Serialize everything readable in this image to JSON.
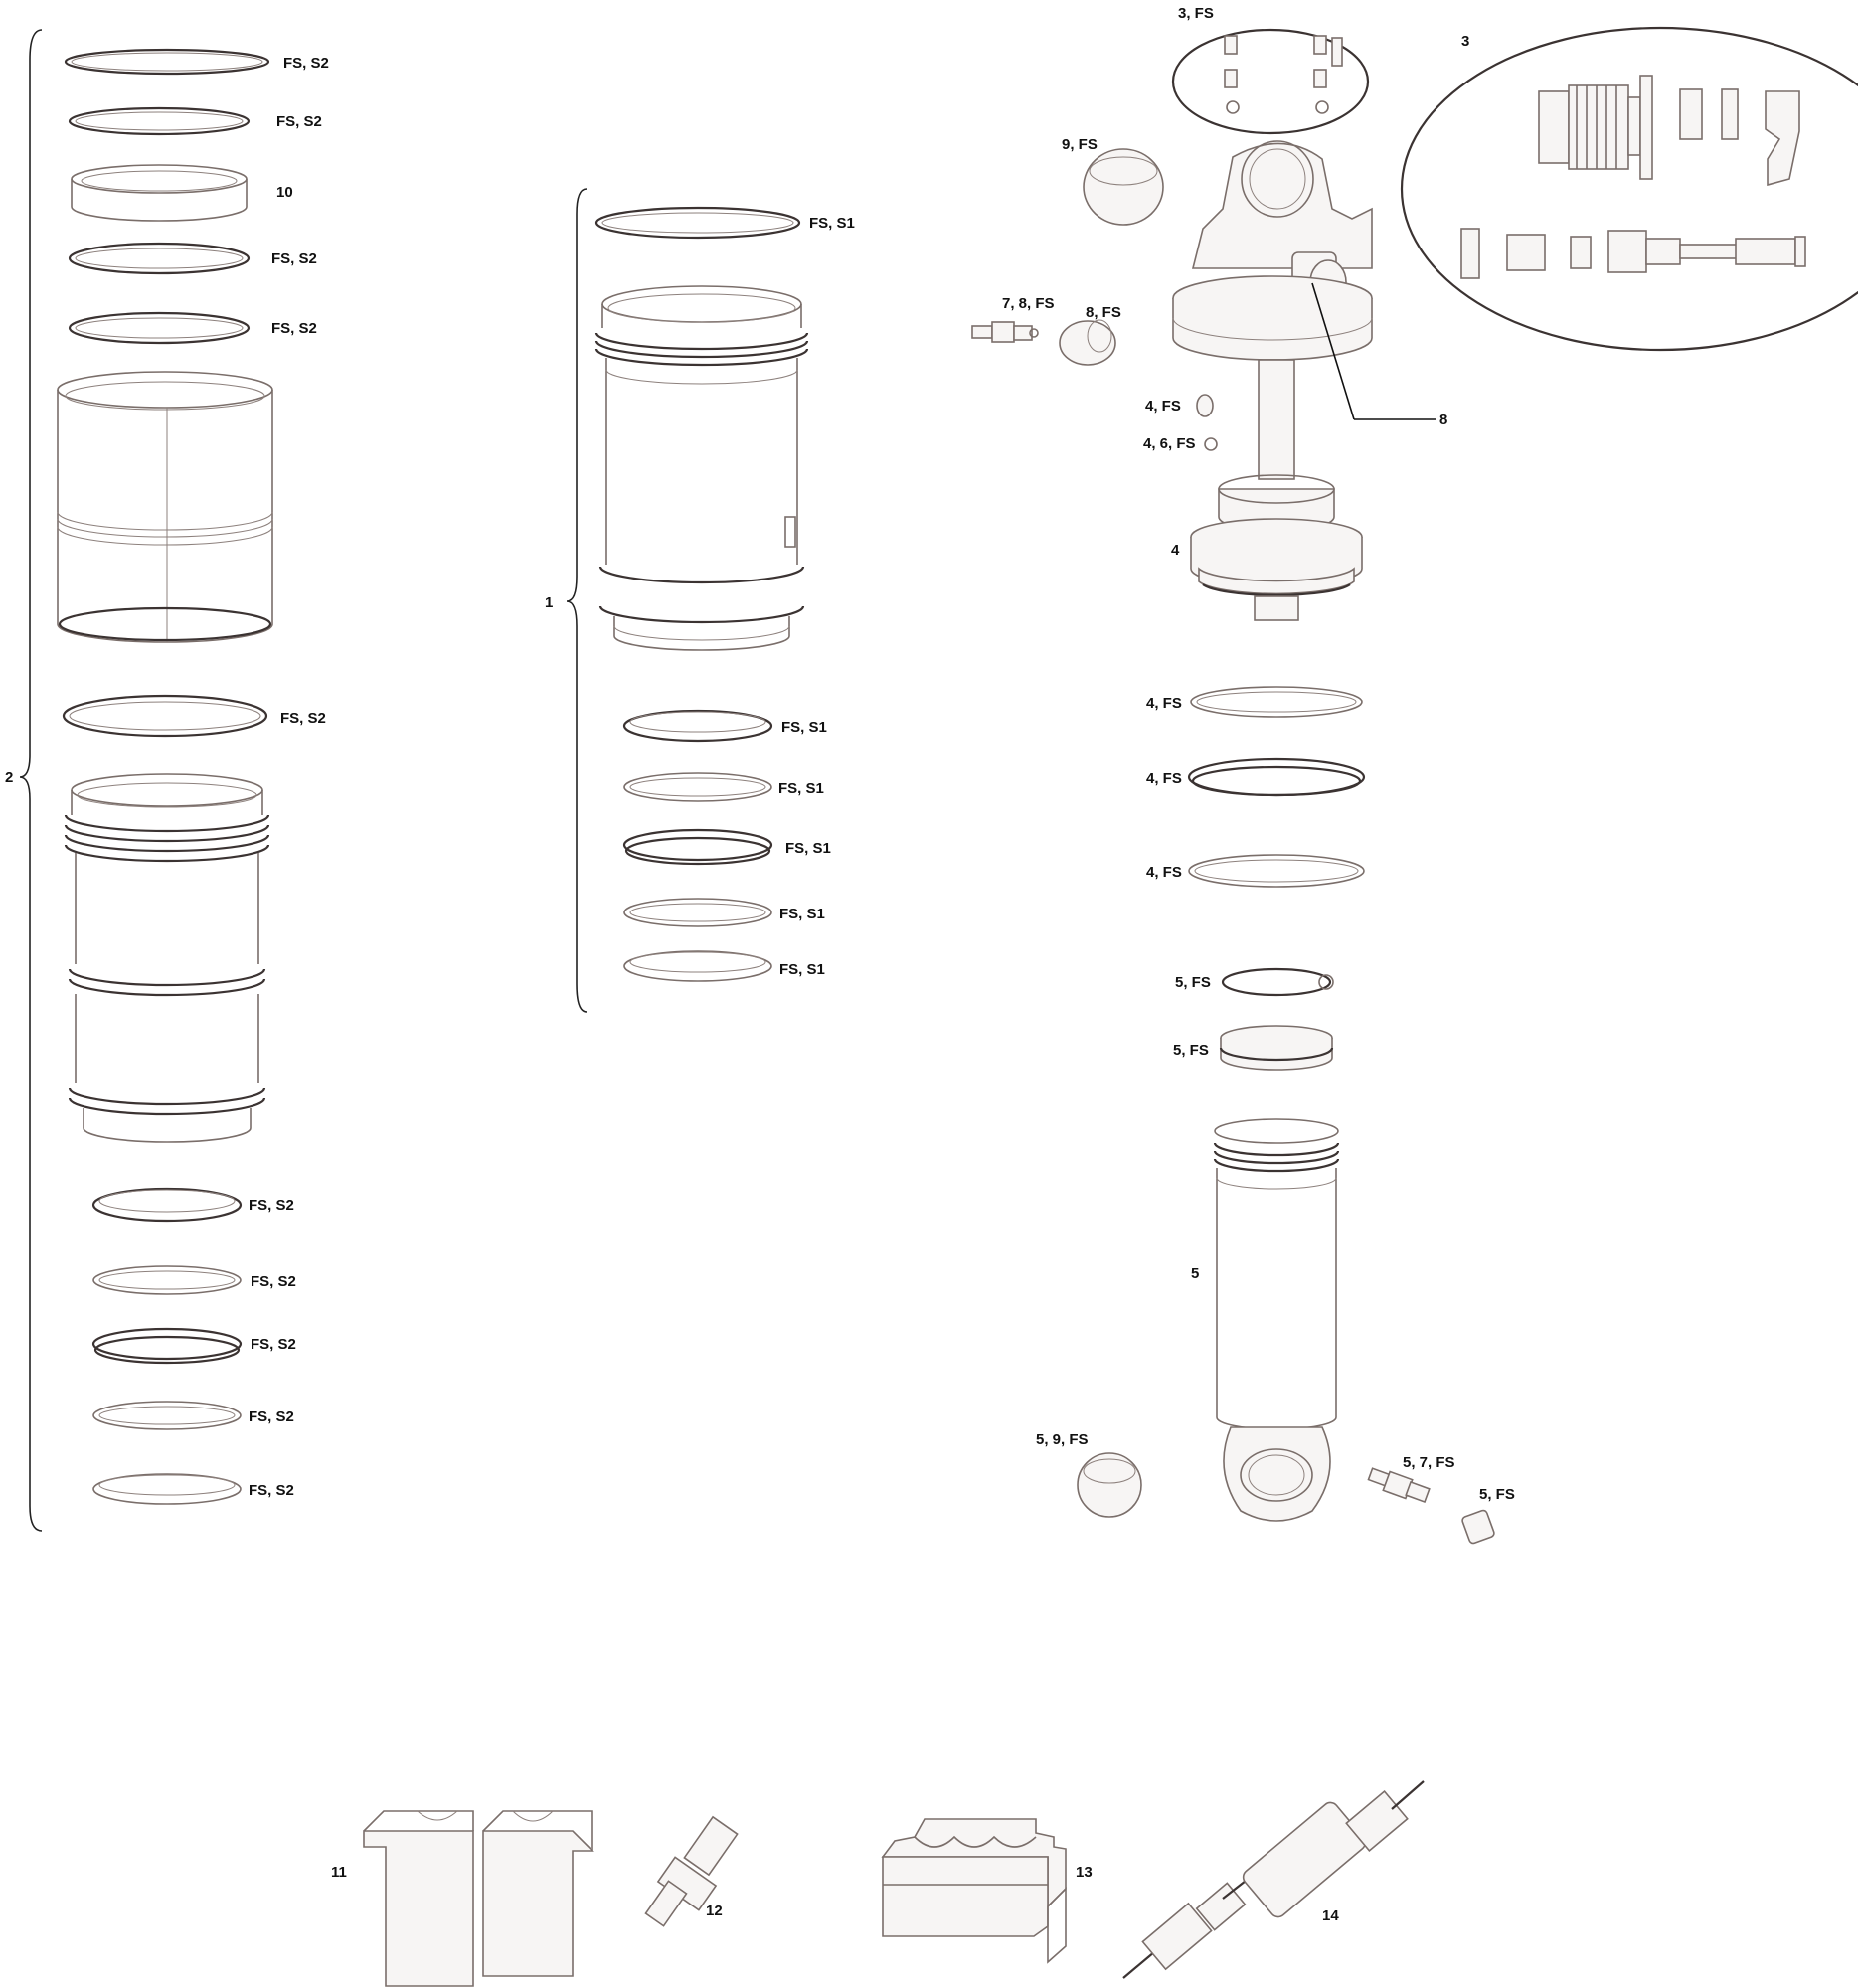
{
  "labels": {
    "l2_fs_s2_a": "FS, S2",
    "l2_fs_s2_b": "FS, S2",
    "l2_10": "10",
    "l2_fs_s2_c": "FS, S2",
    "l2_fs_s2_d": "FS, S2",
    "l2_fs_s2_e": "FS, S2",
    "l2_fs_s2_f": "FS, S2",
    "l2_fs_s2_g": "FS, S2",
    "l2_fs_s2_h": "FS, S2",
    "l2_fs_s2_i": "FS, S2",
    "l2_fs_s2_j": "FS, S2",
    "group2": "2",
    "l1_fs_s1_top": "FS, S1",
    "group1": "1",
    "l1_fs_s1_a": "FS, S1",
    "l1_fs_s1_b": "FS, S1",
    "l1_fs_s1_c": "FS, S1",
    "l1_fs_s1_d": "FS, S1",
    "l1_fs_s1_e": "FS, S1",
    "r_3fs": "3, FS",
    "r_3": "3",
    "r_9fs": "9, FS",
    "r_78fs": "7, 8, FS",
    "r_8fs": "8, FS",
    "r_8": "8",
    "r_4fs_a": "4, FS",
    "r_46fs": "4, 6, FS",
    "r_4": "4",
    "r_4fs_b": "4, FS",
    "r_4fs_c": "4, FS",
    "r_4fs_d": "4, FS",
    "r_5fs_a": "5, FS",
    "r_5fs_b": "5, FS",
    "r_5": "5",
    "r_59fs": "5, 9, FS",
    "r_57fs": "5, 7, FS",
    "r_5fs_c": "5, FS",
    "t11": "11",
    "t12": "12",
    "t13": "13",
    "t14": "14"
  }
}
